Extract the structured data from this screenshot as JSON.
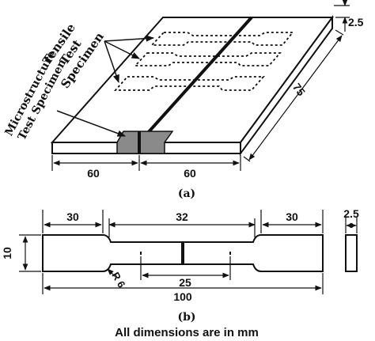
{
  "labels": {
    "tensile": [
      "Tensile",
      "Test",
      "Specimen"
    ],
    "microstructure": [
      "Microstructure",
      "Test Specimen"
    ],
    "part_a": "(a)",
    "part_b": "(b)",
    "footer": "All dimensions are in mm"
  },
  "plate_dims": {
    "thickness": "2.5",
    "width": "75",
    "left_length": "60",
    "right_length": "60"
  },
  "specimen_dims": {
    "grip_left": "30",
    "gauge_length": "32",
    "grip_right": "30",
    "thickness": "2.5",
    "height": "10",
    "radius": "R 6",
    "inner": "25",
    "overall": "100"
  },
  "colors": {
    "line": "#111111",
    "weld_patch": "#8a8a8a",
    "plate_side": "#ffffff"
  }
}
